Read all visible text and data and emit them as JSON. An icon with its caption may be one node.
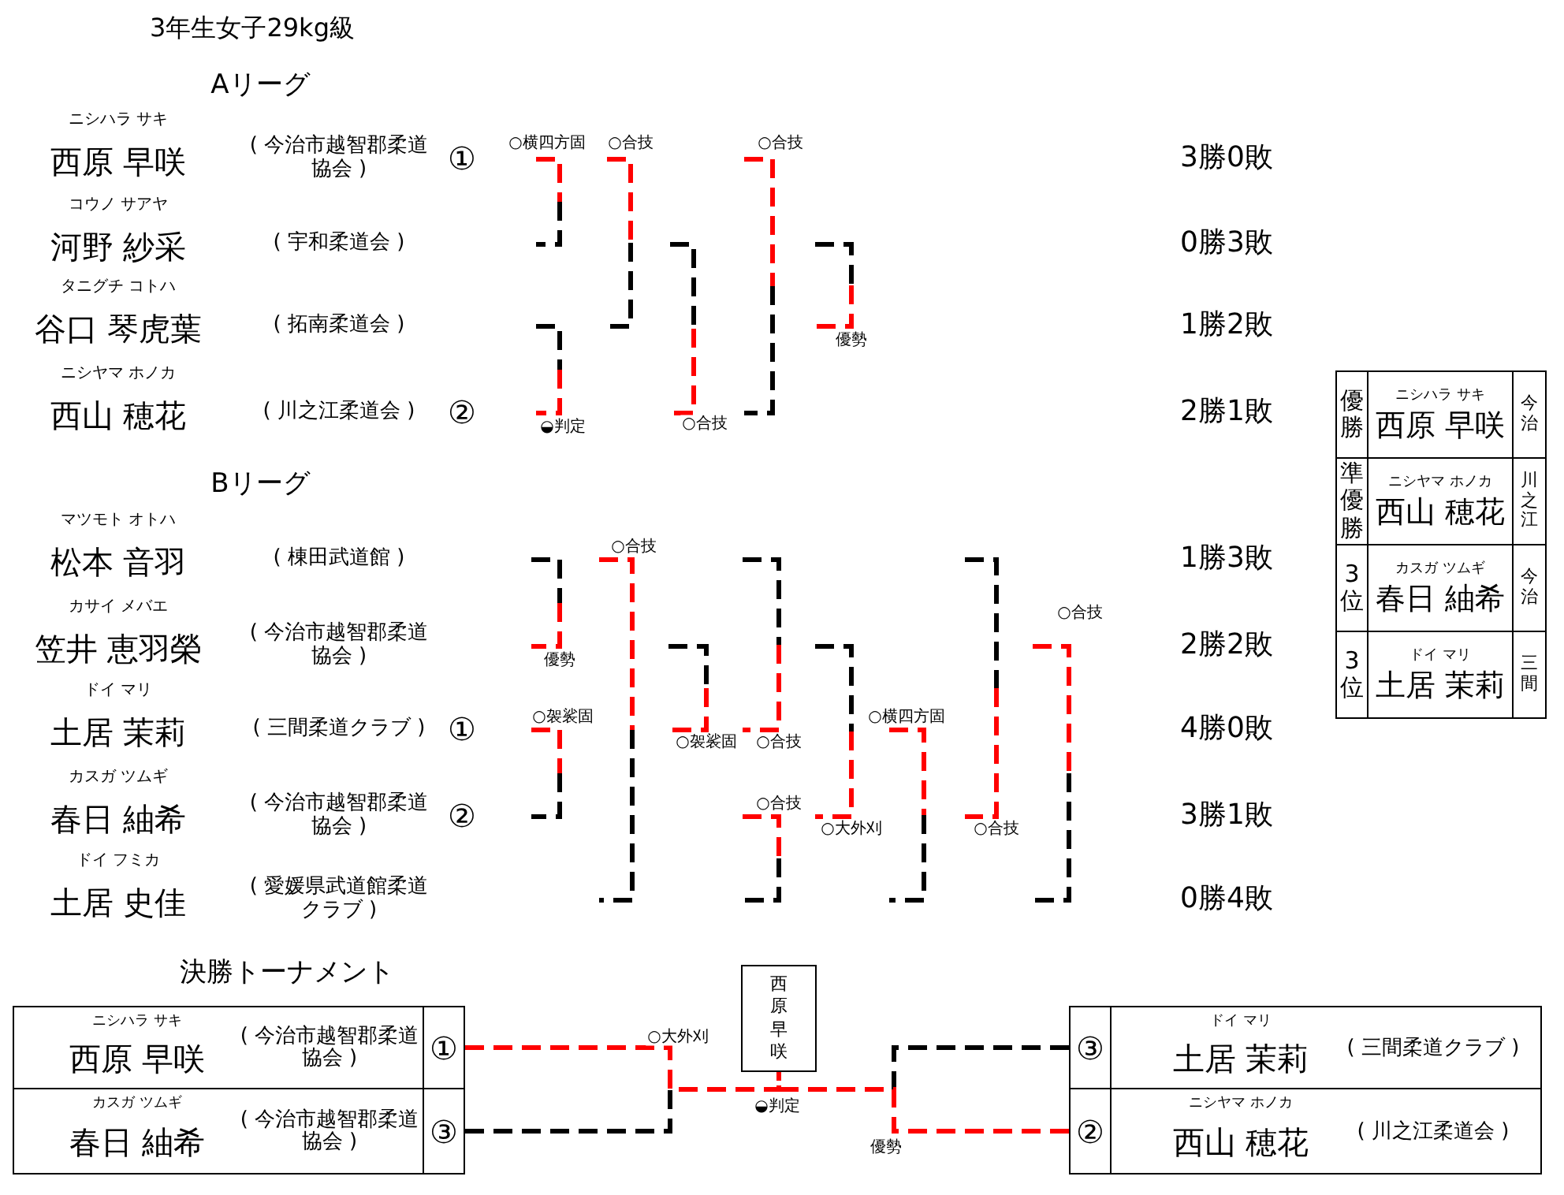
{
  "diagram": {
    "title": "3年生女子29kg級",
    "nodes": [
      {
        "text": [
          "ニシハラ サキ",
          "西原 早咲",
          "( 今治市越智郡柔道協会 )",
          "①"
        ]
      },
      {
        "text": [
          "カスガ ツムギ",
          "春日 紬希",
          "( 今治市越智郡柔道協会 )",
          "③"
        ]
      },
      {
        "text": [
          "西原早咲"
        ]
      },
      {
        "text": [
          "③",
          "ドイ マリ",
          "土居 茉莉",
          "( 三間柔道クラブ )"
        ]
      },
      {
        "text": [
          "②",
          "ニシヤマ ホノカ",
          "西山 穂花",
          "( 川之江柔道会 )"
        ]
      }
    ],
    "edges": [
      {
        "from": 1,
        "to": 2,
        "arrow": "none",
        "style": "dashed"
      },
      {
        "from": 3,
        "to": 2,
        "arrow": "none",
        "style": "dashed"
      },
      {
        "from": 0,
        "to": 2,
        "arrow": "none",
        "style": "dashed",
        "color": "#ff0000",
        "label": "○大外刈"
      },
      {
        "from": 4,
        "to": 2,
        "arrow": "none",
        "style": "dashed",
        "color": "#ff0000",
        "label": "優勢"
      }
    ],
    "labels": [
      "Aリーグ",
      "ニシハラ サキ",
      "西原 早咲",
      "( 今治市越智郡柔道協会 )",
      "①",
      "○横四方固",
      "○合技",
      "○合技",
      "3勝0敗",
      "コウノ サアヤ",
      "河野 紗采",
      "( 宇和柔道会 )",
      "0勝3敗",
      "タニグチ コトハ",
      "谷口 琴虎葉",
      "( 拓南柔道会 )",
      "優勢",
      "1勝2敗",
      "ニシヤマ ホノカ",
      "西山 穂花",
      "( 川之江柔道会 )",
      "②",
      "◒判定",
      "○合技",
      "2勝1敗",
      "Bリーグ",
      "マツモト オトハ",
      "松本 音羽",
      "( 棟田武道館 )",
      "○合技",
      "1勝3敗",
      "カサイ メバエ",
      "笠井 恵羽榮",
      "( 今治市越智郡柔道協会 )",
      "○合技",
      "優勢",
      "2勝2敗",
      "ドイ マリ",
      "土居 茉莉",
      "( 三間柔道クラブ )",
      "①",
      "○袈裟固",
      "○横四方固",
      "○袈裟固",
      "○合技",
      "4勝0敗",
      "カスガ ツムギ",
      "春日 紬希",
      "( 今治市越智郡柔道協会 )",
      "②",
      "○合技",
      "○大外刈",
      "○合技",
      "3勝1敗",
      "ドイ フミカ",
      "土居 史佳",
      "( 愛媛県武道館柔道クラブ )",
      "0勝4敗",
      "優勝",
      "ニシハラ サキ",
      "西原 早咲",
      "今治",
      "準優勝",
      "ニシヤマ ホノカ",
      "西山 穂花",
      "川之江",
      "3位",
      "カスガ ツムギ",
      "春日 紬希",
      "今治",
      "3位",
      "ドイ マリ",
      "土居 茉莉",
      "三間",
      "決勝トーナメント",
      "◒判定"
    ]
  }
}
